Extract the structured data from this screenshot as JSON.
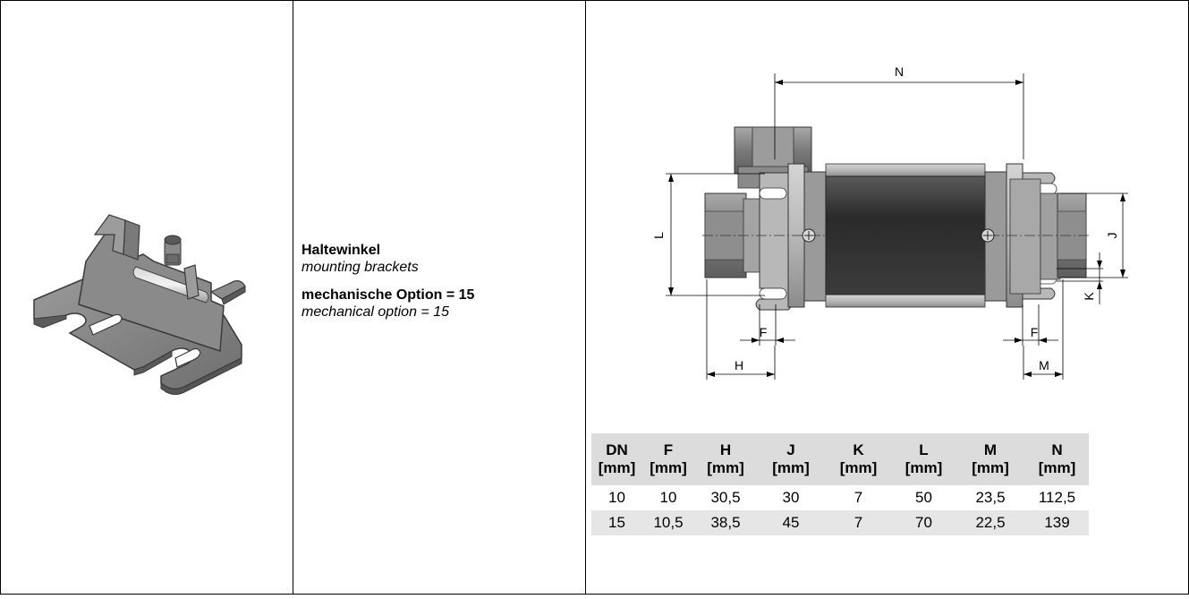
{
  "description": {
    "title_de": "Haltewinkel",
    "title_en": "mounting brackets",
    "option_de": "mechanische Option = 15",
    "option_en": "mechanical option = 15"
  },
  "drawing": {
    "dim_labels": {
      "N": "N",
      "L": "L",
      "J": "J",
      "K": "K",
      "F_left": "F",
      "F_right": "F",
      "H": "H",
      "M": "M"
    }
  },
  "table": {
    "headers": [
      {
        "name": "DN",
        "unit": "[mm]"
      },
      {
        "name": "F",
        "unit": "[mm]"
      },
      {
        "name": "H",
        "unit": "[mm]"
      },
      {
        "name": "J",
        "unit": "[mm]"
      },
      {
        "name": "K",
        "unit": "[mm]"
      },
      {
        "name": "L",
        "unit": "[mm]"
      },
      {
        "name": "M",
        "unit": "[mm]"
      },
      {
        "name": "N",
        "unit": "[mm]"
      }
    ],
    "rows": [
      [
        "10",
        "10",
        "30,5",
        "30",
        "7",
        "50",
        "23,5",
        "112,5"
      ],
      [
        "15",
        "10,5",
        "38,5",
        "45",
        "7",
        "70",
        "22,5",
        "139"
      ]
    ]
  },
  "colors": {
    "header_bg": "#dcdcdc",
    "alt_row_bg": "#e6e6e6",
    "metal": "#9a9a9a",
    "dark_tube": "#2e2e2e"
  }
}
